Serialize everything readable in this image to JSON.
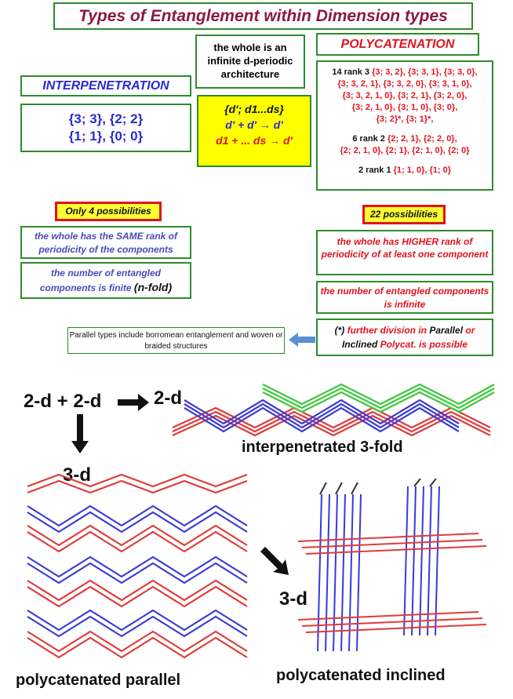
{
  "title": "Types of Entanglement  within Dimension types",
  "whole_box": {
    "line1": "the whole is an",
    "line2": "infinite d-periodic",
    "line3": "architecture"
  },
  "formula": {
    "line1": "{d'; d1...ds}",
    "line2": "d' + d' → d'",
    "line3": "d1 + ... ds → d'"
  },
  "interpenetration": {
    "title": "INTERPENETRATION",
    "line1": "{3; 3}, {2; 2}",
    "line2": "{1; 1}, {0; 0}",
    "tag": "Only 4 possibilities",
    "note1": "the whole has the SAME rank of periodicity of the components",
    "note2_main": "the number of entangled components is finite",
    "note2_nfold": "(n-fold)"
  },
  "polycatenation": {
    "title": "POLYCATENATION",
    "rank3_label": "14 rank 3",
    "rank3_a": "{3; 3, 2}, {3; 3, 1}, {3; 3, 0},",
    "rank3_b": "{3; 3, 2, 1}, {3; 3, 2, 0}, {3; 3, 1, 0},",
    "rank3_c": "{3; 3, 2, 1, 0}, {3; 2, 1}, {3; 2, 0},",
    "rank3_d": "{3; 2, 1, 0}, {3; 1, 0}, {3; 0},",
    "rank3_e": "{3; 2}*, {3; 1}*,",
    "rank2_label": "6 rank 2",
    "rank2_a": "{2; 2, 1}, {2; 2, 0},",
    "rank2_b": "{2; 2, 1, 0}, {2; 1}, {2; 1, 0}, {2; 0}",
    "rank1_label": "2 rank 1",
    "rank1_a": "{1; 1, 0}, {1; 0}",
    "tag": "22 possibilities",
    "note1": "the whole has HIGHER rank of periodicity of at least one component",
    "note2": "the number of entangled components is infinite",
    "division_star": "(*)",
    "division_a": "further division in",
    "division_parallel": "Parallel",
    "division_or": "or",
    "division_inclined": "Inclined",
    "division_b": "Polycat. is possible"
  },
  "parallel_note": "Parallel types include borromean entanglement and woven or braided structures",
  "labels": {
    "equation": "2-d + 2-d",
    "result_2d": "2-d",
    "interpenetrated": "interpenetrated 3-fold",
    "result_3d_a": "3-d",
    "result_3d_b": "3-d",
    "poly_parallel": "polycatenated parallel",
    "poly_inclined": "polycatenated inclined"
  },
  "colors": {
    "green_border": "#2e8b2e",
    "blue": "#2a2ad0",
    "red": "#e0141e",
    "yellow": "#ffff00",
    "title": "#8b1a3a"
  }
}
